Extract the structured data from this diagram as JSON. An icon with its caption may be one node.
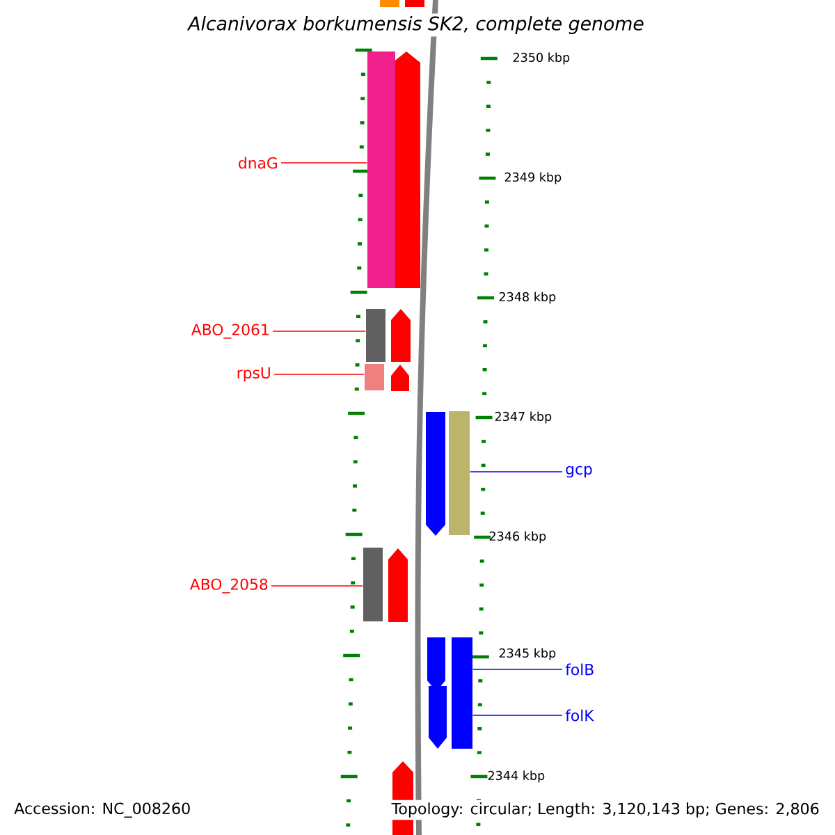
{
  "diagram": {
    "title": "Alcanivorax borkumensis SK2, complete genome",
    "nodes": [
      {
        "text": [
          "dnaG"
        ]
      },
      {
        "text": [],
        "shape": "bar"
      },
      {
        "text": [
          "ABO_2061"
        ]
      },
      {
        "text": [],
        "shape": "bar"
      },
      {
        "text": [
          "rpsU"
        ]
      },
      {
        "text": [],
        "shape": "bar"
      },
      {
        "text": [
          "gcp"
        ]
      },
      {
        "text": [],
        "shape": "bar"
      },
      {
        "text": [
          "ABO_2058"
        ]
      },
      {
        "text": [],
        "shape": "bar"
      },
      {
        "text": [
          "folB"
        ]
      },
      {
        "text": [],
        "shape": "bar"
      },
      {
        "text": [
          "folK"
        ]
      }
    ],
    "edges": [
      {
        "from": 0,
        "to": 1,
        "arrow": "none",
        "color": "#ff0000"
      },
      {
        "from": 2,
        "to": 3,
        "arrow": "none",
        "color": "#ff0000"
      },
      {
        "from": 4,
        "to": 5,
        "arrow": "none",
        "color": "#ff0000"
      },
      {
        "from": 6,
        "to": 7,
        "arrow": "none",
        "color": "#0000ff"
      },
      {
        "from": 8,
        "to": 9,
        "arrow": "none",
        "color": "#ff0000"
      },
      {
        "from": 10,
        "to": 11,
        "arrow": "none",
        "color": "#0000ff"
      },
      {
        "from": 12,
        "to": 11,
        "arrow": "none",
        "color": "#0000ff"
      }
    ],
    "labels": [
      "2350 kbp",
      "2349 kbp",
      "2348 kbp",
      "2347 kbp",
      "2346 kbp",
      "2345 kbp",
      "2344 kbp",
      "Accession: NC_008260",
      "Topology: circular; Length: 3,120,143 bp; Genes: 2,806"
    ]
  }
}
